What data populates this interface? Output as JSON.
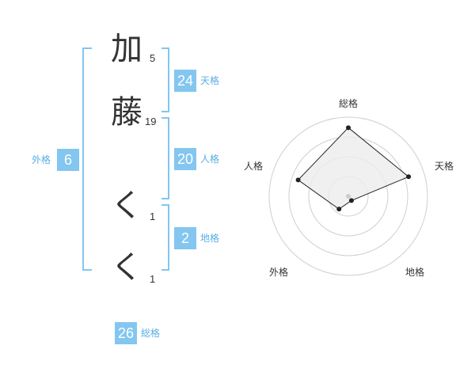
{
  "name": {
    "chars": [
      {
        "char": "加",
        "strokes": "5"
      },
      {
        "char": "藤",
        "strokes": "19"
      },
      {
        "char": "く",
        "strokes": "1"
      },
      {
        "char": "く",
        "strokes": "1"
      }
    ]
  },
  "kaku": {
    "tenkaku": {
      "value": "24",
      "label": "天格"
    },
    "jinkaku": {
      "value": "20",
      "label": "人格"
    },
    "chikaku": {
      "value": "2",
      "label": "地格"
    },
    "gaikaku": {
      "value": "6",
      "label": "外格"
    },
    "soukaku": {
      "value": "26",
      "label": "総格"
    }
  },
  "colors": {
    "accent": "#83c6f0",
    "accent_text": "#5aaee3"
  },
  "chart_data": {
    "type": "radar",
    "axes": [
      "総格",
      "天格",
      "地格",
      "外格",
      "人格"
    ],
    "values": [
      26,
      24,
      2,
      6,
      20
    ]
  }
}
